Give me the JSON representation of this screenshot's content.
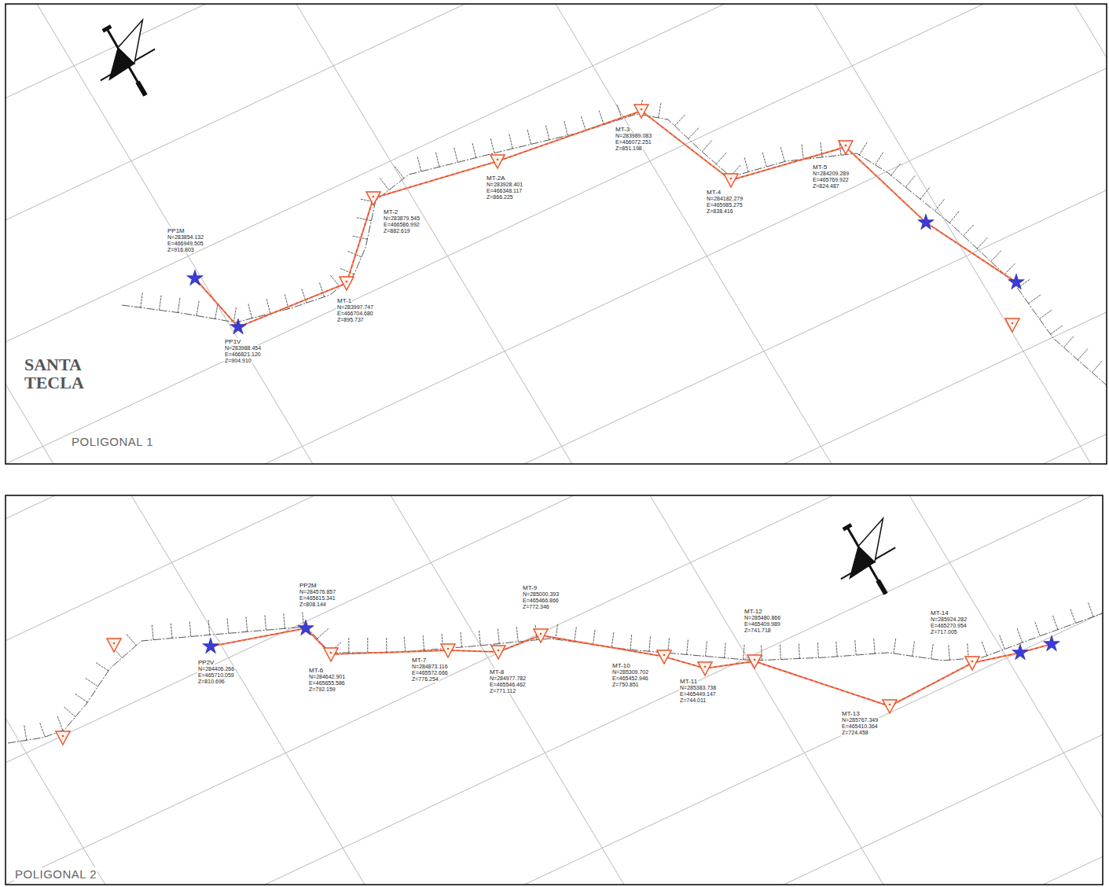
{
  "diagram": {
    "labels": [
      "SANTA TECLA",
      "POLIGONAL 1",
      "PP1M",
      "N=283854.132",
      "E=466949.505",
      "Z=916.803",
      "PP1V",
      "N=283988.454",
      "E=466821.120",
      "Z=904.910",
      "MT-1",
      "N=283997.747",
      "E=466704.680",
      "Z=895.737",
      "MT-2",
      "N=283879.545",
      "E=466586.992",
      "Z=882.619",
      "MT-2A",
      "N=283928.401",
      "E=466348.117",
      "Z=866.225",
      "MT-3",
      "N=283989.083",
      "E=466072.251",
      "Z=851.198",
      "MT-4",
      "N=284182.279",
      "E=465985.275",
      "Z=838.416",
      "MT-5",
      "N=284209.289",
      "E=465769.922",
      "Z=824.487",
      "POLIGONAL 2",
      "PP2V",
      "N=284406.266",
      "E=465710.059",
      "Z=810.696",
      "PP2M",
      "N=284576.857",
      "E=465615.341",
      "Z=808.144",
      "MT-6",
      "N=284642.901",
      "E=465655.586",
      "Z=792.159",
      "MT-7",
      "N=284873.116",
      "E=465572.666",
      "Z=776.254",
      "MT-8",
      "N=284977.782",
      "E=465546.462",
      "Z=771.112",
      "MT-9",
      "N=285000.393",
      "E=465466.866",
      "Z=772.346",
      "MT-10",
      "N=285309.702",
      "E=465452.946",
      "Z=750.851",
      "MT-11",
      "N=285383.738",
      "E=465449.147",
      "Z=744.011",
      "MT-12",
      "N=285480.866",
      "E=465409.989",
      "Z=741.718",
      "MT-13",
      "N=285767.349",
      "E=465410.364",
      "Z=724.458",
      "MT-14",
      "N=285924.282",
      "E=465270.954",
      "Z=717.005"
    ]
  }
}
